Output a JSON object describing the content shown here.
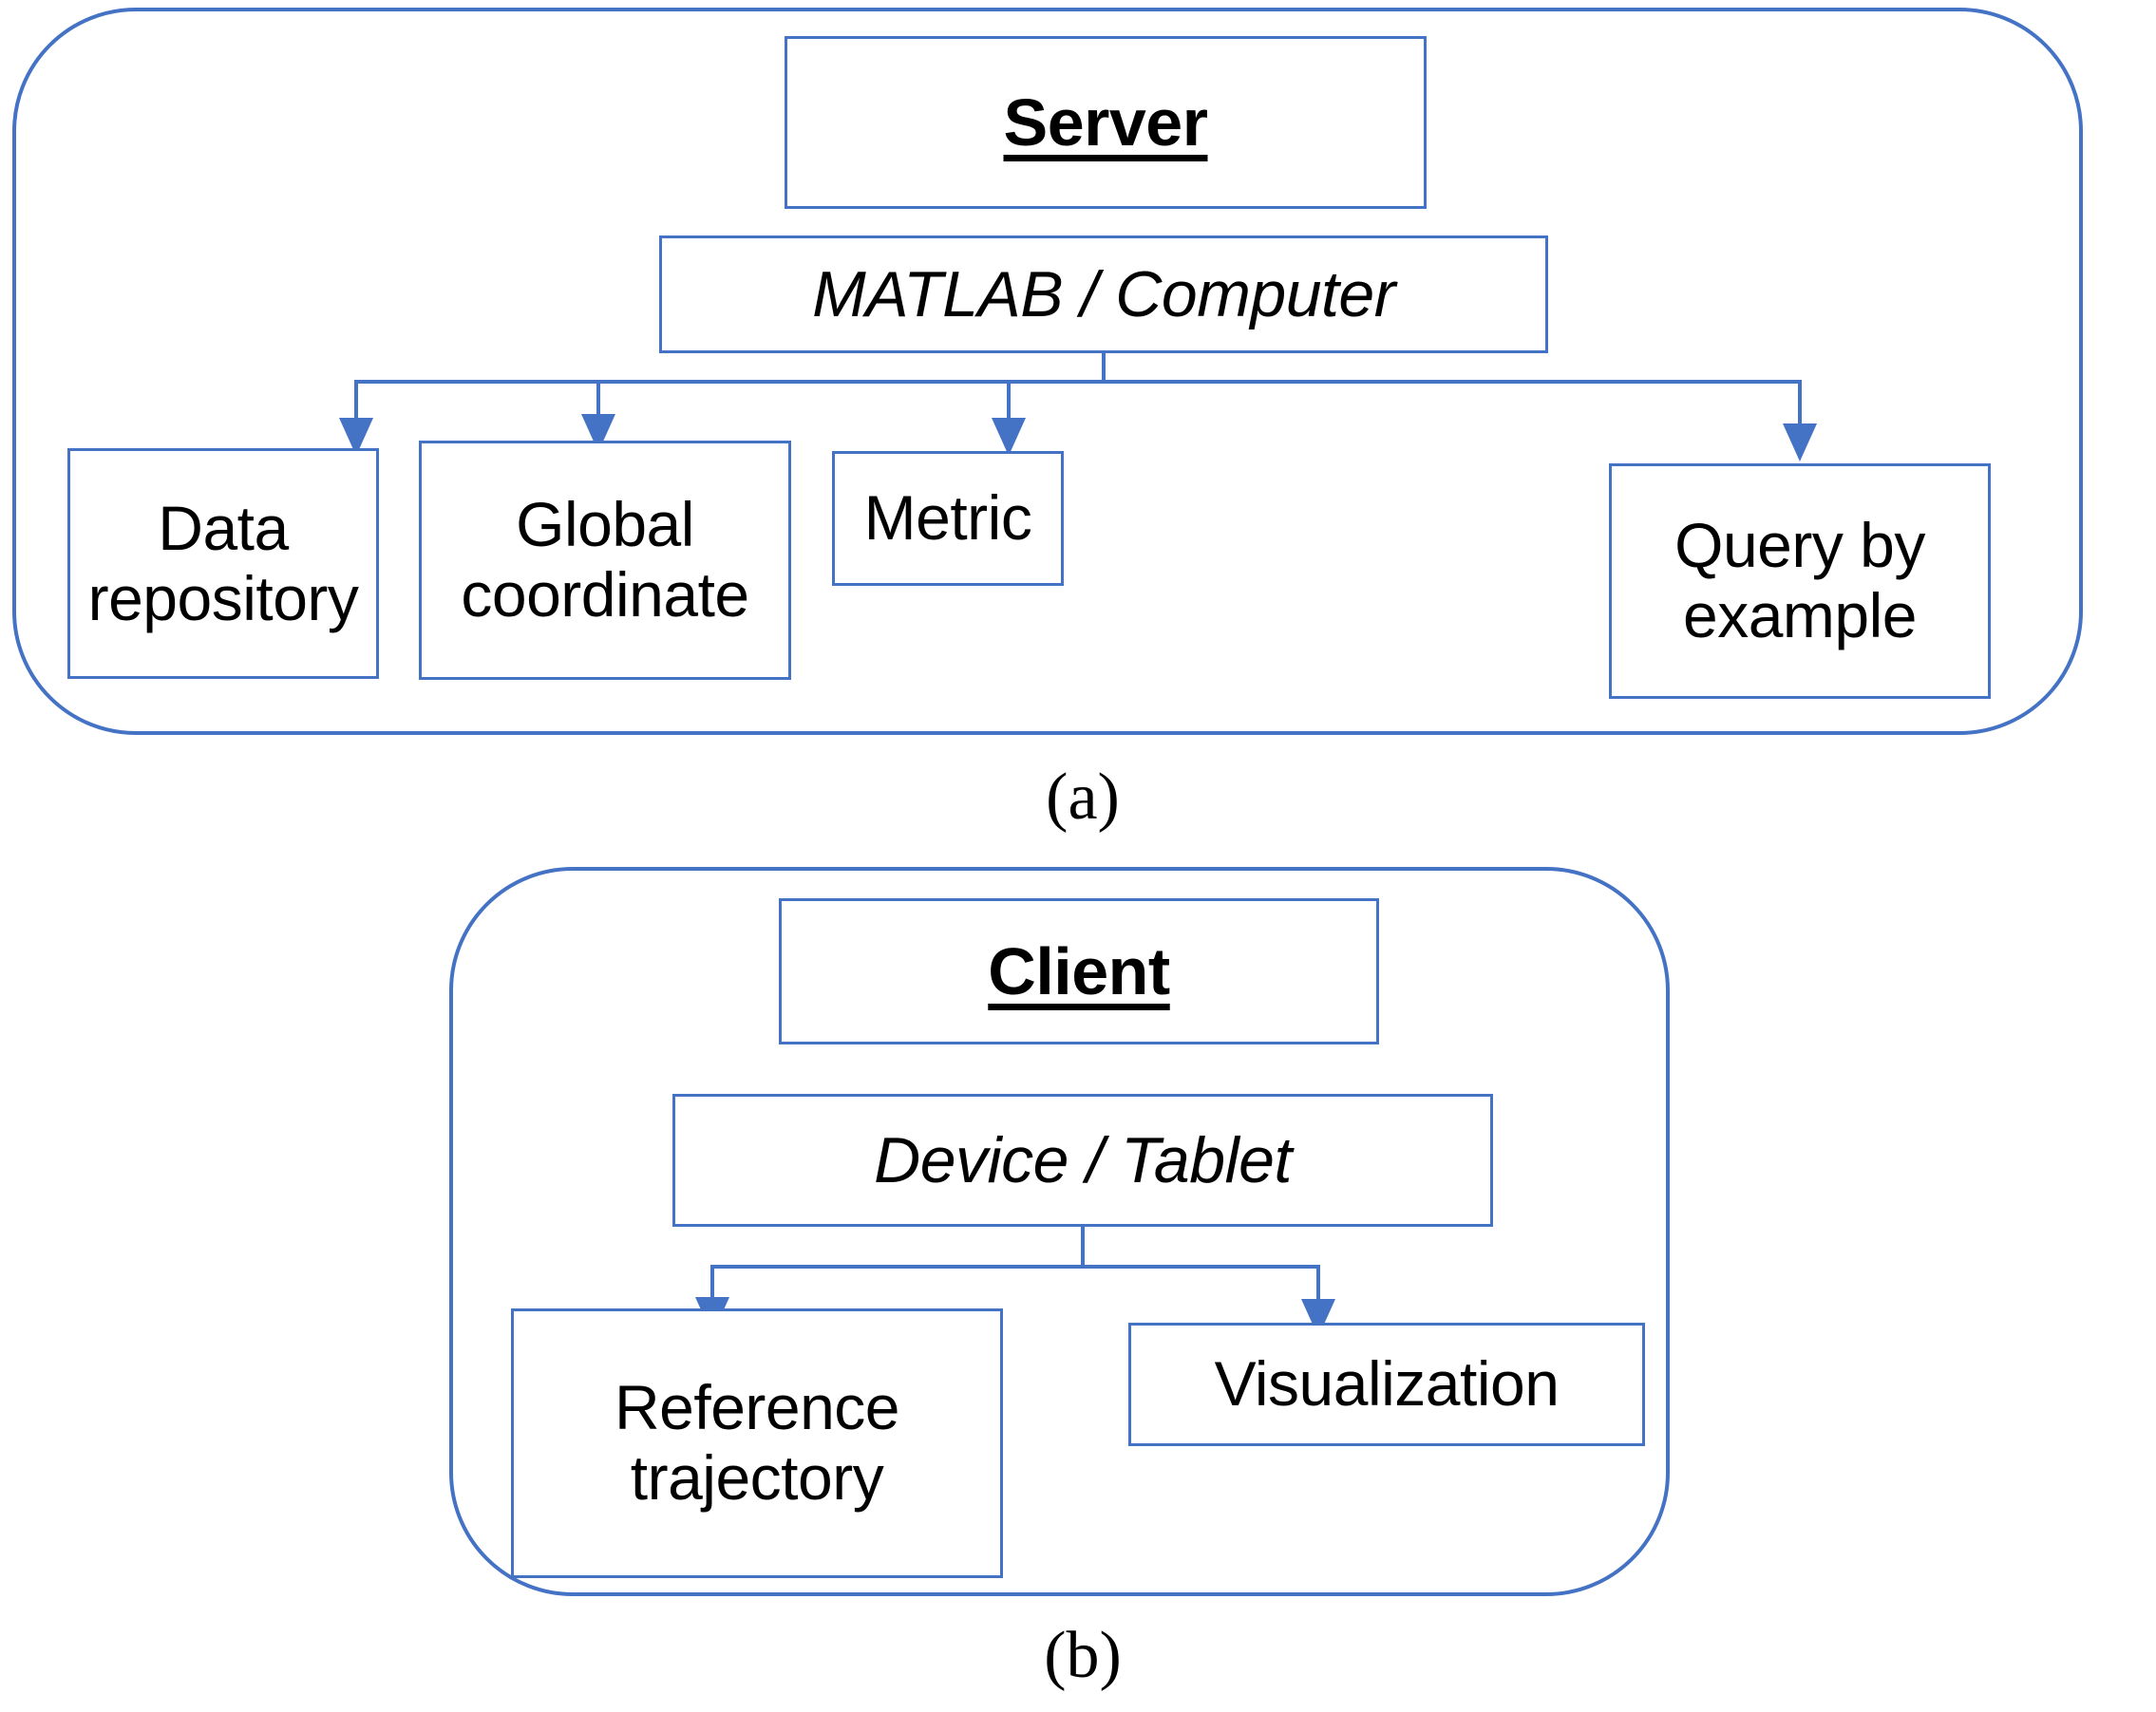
{
  "figure": {
    "panels": [
      {
        "id": "a",
        "caption": "(a)",
        "title": "Server",
        "middle": "MATLAB / Computer",
        "leaves": [
          {
            "label": "Data\nrepository"
          },
          {
            "label": "Global\ncoordinate"
          },
          {
            "label": "Metric"
          },
          {
            "label": "Query by\nexample"
          }
        ]
      },
      {
        "id": "b",
        "caption": "(b)",
        "title": "Client",
        "middle": "Device / Tablet",
        "leaves": [
          {
            "label": "Reference\ntrajectory"
          },
          {
            "label": "Visualization"
          }
        ]
      }
    ]
  },
  "colors": {
    "border": "#4472c4",
    "text": "#000000",
    "background": "#ffffff"
  }
}
